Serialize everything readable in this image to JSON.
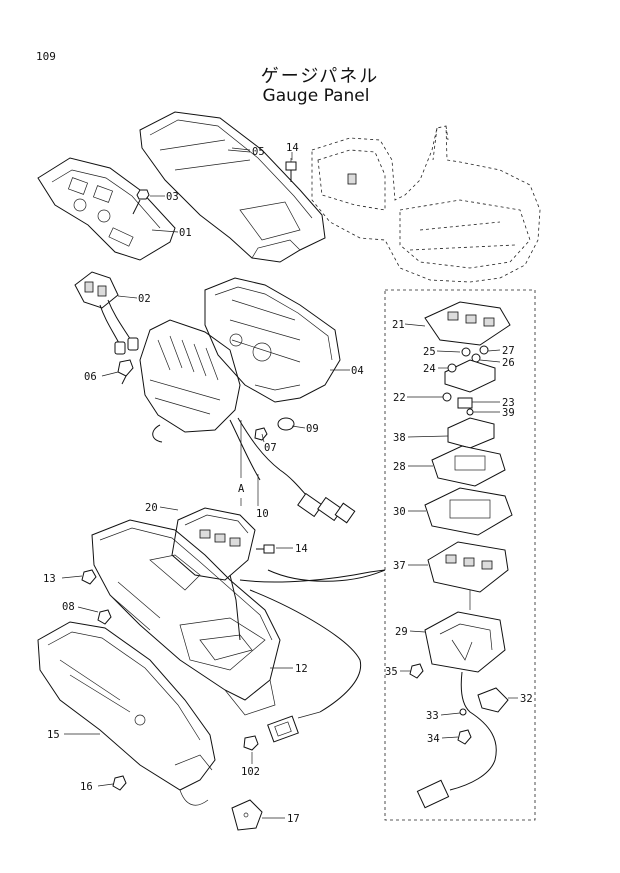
{
  "page_number": "109",
  "title_jp": "ゲージパネル",
  "title_en": "Gauge Panel",
  "callout_A": "A",
  "parts": [
    {
      "id": "05"
    },
    {
      "id": "14a",
      "text": "14"
    },
    {
      "id": "03"
    },
    {
      "id": "01"
    },
    {
      "id": "02"
    },
    {
      "id": "04"
    },
    {
      "id": "06"
    },
    {
      "id": "09"
    },
    {
      "id": "07"
    },
    {
      "id": "10"
    },
    {
      "id": "20"
    },
    {
      "id": "14b",
      "text": "14"
    },
    {
      "id": "13"
    },
    {
      "id": "08"
    },
    {
      "id": "12"
    },
    {
      "id": "15"
    },
    {
      "id": "102"
    },
    {
      "id": "16"
    },
    {
      "id": "17"
    },
    {
      "id": "21"
    },
    {
      "id": "25"
    },
    {
      "id": "27"
    },
    {
      "id": "26"
    },
    {
      "id": "24"
    },
    {
      "id": "22"
    },
    {
      "id": "23"
    },
    {
      "id": "39"
    },
    {
      "id": "38"
    },
    {
      "id": "28"
    },
    {
      "id": "30"
    },
    {
      "id": "37"
    },
    {
      "id": "29"
    },
    {
      "id": "35"
    },
    {
      "id": "32"
    },
    {
      "id": "33"
    },
    {
      "id": "34"
    }
  ],
  "labels": {
    "p05": "05",
    "p14a": "14",
    "p03": "03",
    "p01": "01",
    "p02": "02",
    "p04": "04",
    "p06": "06",
    "p09": "09",
    "p07": "07",
    "p10": "10",
    "p20": "20",
    "p14b": "14",
    "p13": "13",
    "p08": "08",
    "p12": "12",
    "p15": "15",
    "p102": "102",
    "p16": "16",
    "p17": "17",
    "p21": "21",
    "p25": "25",
    "p27": "27",
    "p26": "26",
    "p24": "24",
    "p22": "22",
    "p23": "23",
    "p39": "39",
    "p38": "38",
    "p28": "28",
    "p30": "30",
    "p37": "37",
    "p29": "29",
    "p35": "35",
    "p32": "32",
    "p33": "33",
    "p34": "34"
  }
}
